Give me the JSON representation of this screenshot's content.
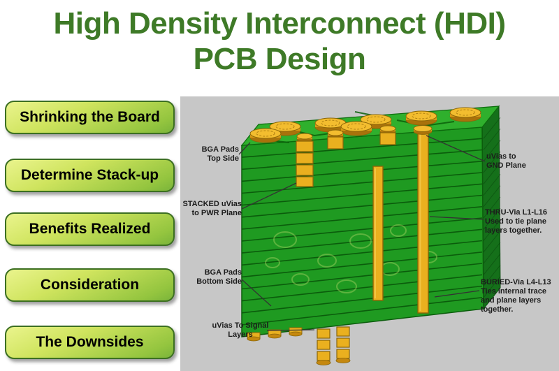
{
  "title": {
    "line1": "High Density Interconnect (HDI)",
    "line2": "PCB Design"
  },
  "sidebar": {
    "items": [
      {
        "label": "Shrinking the Board"
      },
      {
        "label": "Determine Stack-up"
      },
      {
        "label": "Benefits Realized"
      },
      {
        "label": "Consideration"
      },
      {
        "label": "The Downsides"
      }
    ]
  },
  "diagram": {
    "labels": {
      "bga_top": "BGA Pads\nTop Side",
      "uvias_gnd": "uVias to\nGND Plane",
      "stacked_pwr": "STACKED uVias\nto PWR Plane",
      "thru_via": "THRU-Via L1-L16\nUsed to tie plane\nlayers together.",
      "bga_bottom": "BGA Pads\nBottom Side",
      "buried_via": "BURIED-Via L4-L13\nTies internal trace\nand plane layers\ntogether.",
      "uvias_signal": "uVias To Signal\nLayers"
    }
  },
  "colors": {
    "title_green": "#3E7A27",
    "button_border_green": "#3C6F22",
    "button_gradient_top": "#EAF48D",
    "button_gradient_bottom": "#7AB43A",
    "button_text": "#000000",
    "panel_gray": "#C7C7C7",
    "pcb_front_green": "#1F9A21",
    "pcb_top_green": "#2FB02D",
    "pcb_side_green": "#15701A",
    "layer_line_green": "#0B5C0C",
    "via_gold": "#F3BD2F",
    "via_gold_dark": "#8A6508",
    "label_text": "#1C1C1C"
  }
}
